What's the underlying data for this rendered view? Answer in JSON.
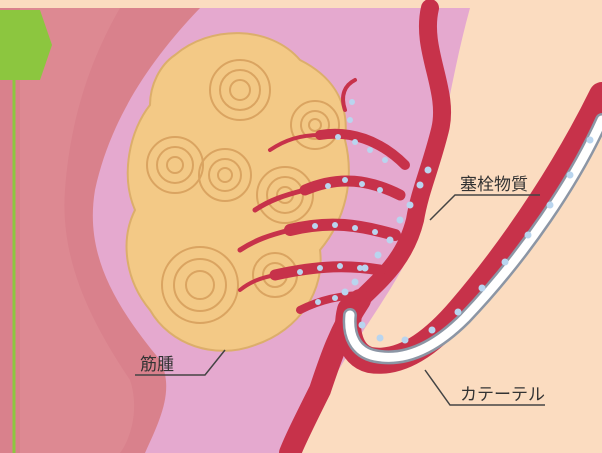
{
  "labels": {
    "embolic_material": "塞栓物質",
    "fibroid": "筋腫",
    "catheter": "カテーテル"
  },
  "colors": {
    "frame_green": "#8cc63f",
    "uterus_wall": "#d9818c",
    "uterus_pink": "#e5a9cf",
    "background_peach": "#fbdcc0",
    "fibroid_tan": "#f3c986",
    "vessel_red": "#c7324a",
    "particle_blue": "#b9d5ef",
    "catheter_white": "#ffffff",
    "catheter_gray": "#8c96a5"
  }
}
